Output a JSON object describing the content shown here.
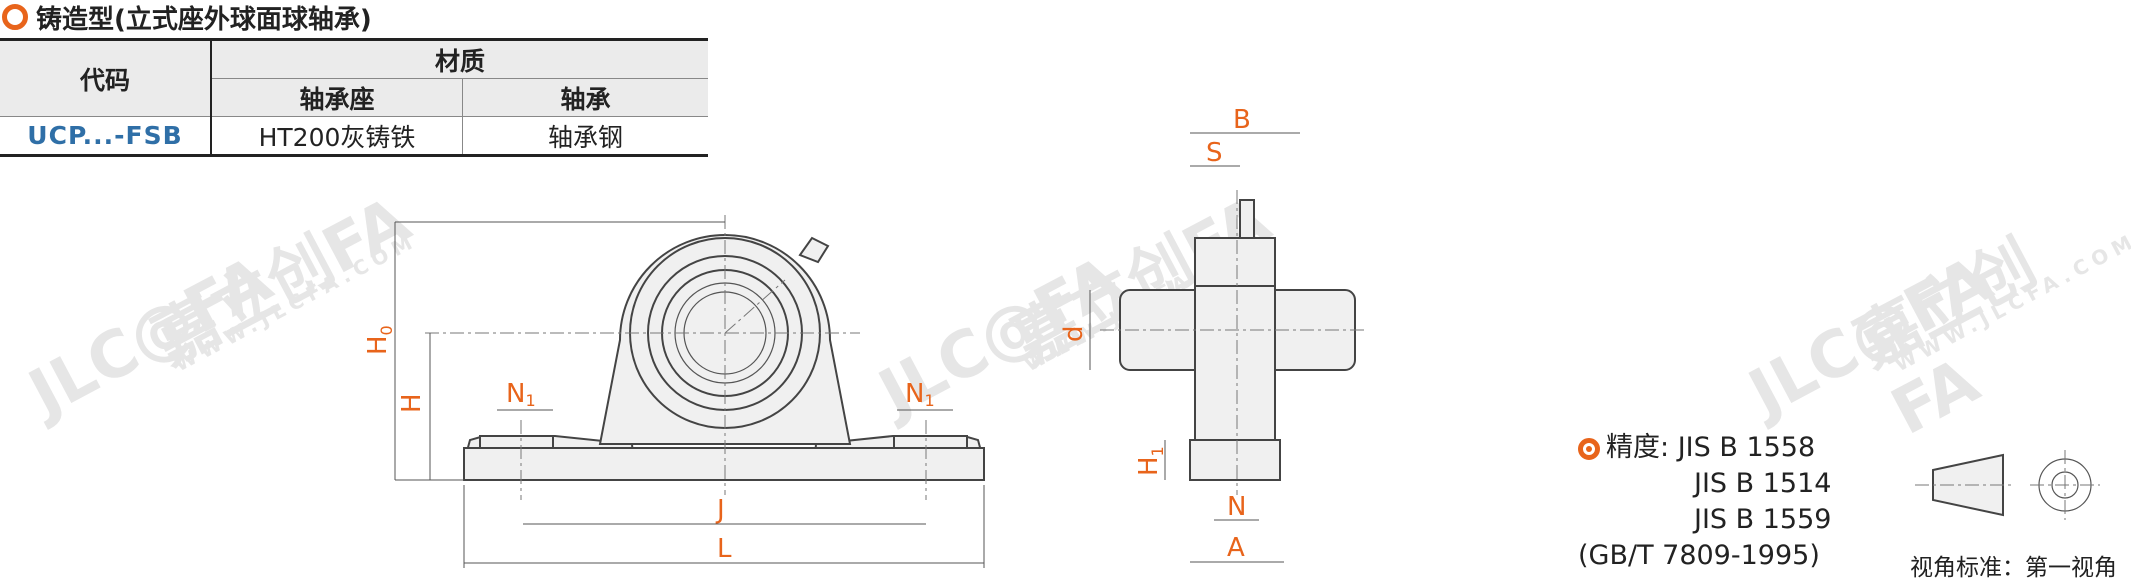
{
  "title": "铸造型(立式座外球面球轴承)",
  "table": {
    "col_code": "代码",
    "col_material": "材质",
    "col_housing": "轴承座",
    "col_bearing": "轴承",
    "rows": [
      {
        "code": "UCP...-FSB",
        "housing": "HT200灰铸铁",
        "bearing": "轴承钢"
      }
    ]
  },
  "dimensions": {
    "H0": "H",
    "H0_sub": "0",
    "H": "H",
    "N1": "N",
    "N1_sub": "1",
    "J": "J",
    "L": "L",
    "B": "B",
    "S": "S",
    "d": "d",
    "H1": "H",
    "H1_sub": "1",
    "N": "N",
    "A": "A"
  },
  "precision": {
    "label": "精度",
    "standards": [
      "JIS B 1558",
      "JIS B 1514",
      "JIS B 1559",
      "(GB/T 7809-1995)"
    ]
  },
  "view_standard": "视角标准：第一视角",
  "watermark": {
    "brand": "嘉立创FA",
    "logo": "JLC@FA",
    "site": "WWW.JLCFA.COM"
  },
  "colors": {
    "accent": "#e8641b",
    "code_blue": "#2f6fa7"
  }
}
